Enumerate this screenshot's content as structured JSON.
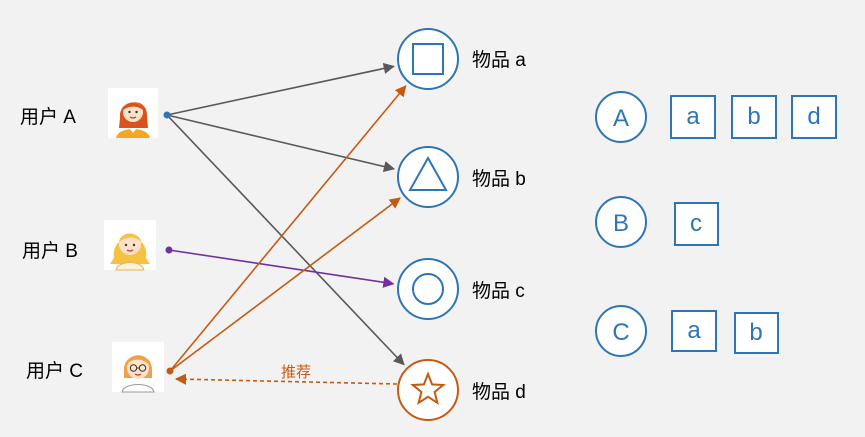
{
  "users": [
    {
      "id": "A",
      "label": "用户 A",
      "avatar": "woman-red-hair-avatar"
    },
    {
      "id": "B",
      "label": "用户 B",
      "avatar": "girl-yellow-hair-avatar"
    },
    {
      "id": "C",
      "label": "用户 C",
      "avatar": "woman-orange-hair-avatar"
    }
  ],
  "items": [
    {
      "id": "a",
      "label": "物品 a",
      "icon": "square-icon"
    },
    {
      "id": "b",
      "label": "物品 b",
      "icon": "triangle-icon"
    },
    {
      "id": "c",
      "label": "物品 c",
      "icon": "circle-icon"
    },
    {
      "id": "d",
      "label": "物品 d",
      "icon": "star-icon"
    }
  ],
  "edges": [
    {
      "from": "A",
      "to": "a",
      "kind": "interaction-a"
    },
    {
      "from": "A",
      "to": "b",
      "kind": "interaction-a"
    },
    {
      "from": "A",
      "to": "d",
      "kind": "interaction-a"
    },
    {
      "from": "B",
      "to": "c",
      "kind": "interaction-b"
    },
    {
      "from": "C",
      "to": "a",
      "kind": "interaction-c"
    },
    {
      "from": "C",
      "to": "b",
      "kind": "interaction-c"
    },
    {
      "from": "d",
      "to": "C",
      "kind": "recommend"
    }
  ],
  "recommend_label": "推荐",
  "summary": [
    {
      "user": "A",
      "items": [
        "a",
        "b",
        "d"
      ]
    },
    {
      "user": "B",
      "items": [
        "c"
      ]
    },
    {
      "user": "C",
      "items": [
        "a",
        "b"
      ]
    }
  ],
  "colors": {
    "background": "#f2f2f2",
    "node_blue": "#2e75b6",
    "user_a_edge": "#595959",
    "user_b_edge": "#7030a0",
    "user_c_edge": "#c55a11",
    "recommend": "#c55a11"
  }
}
